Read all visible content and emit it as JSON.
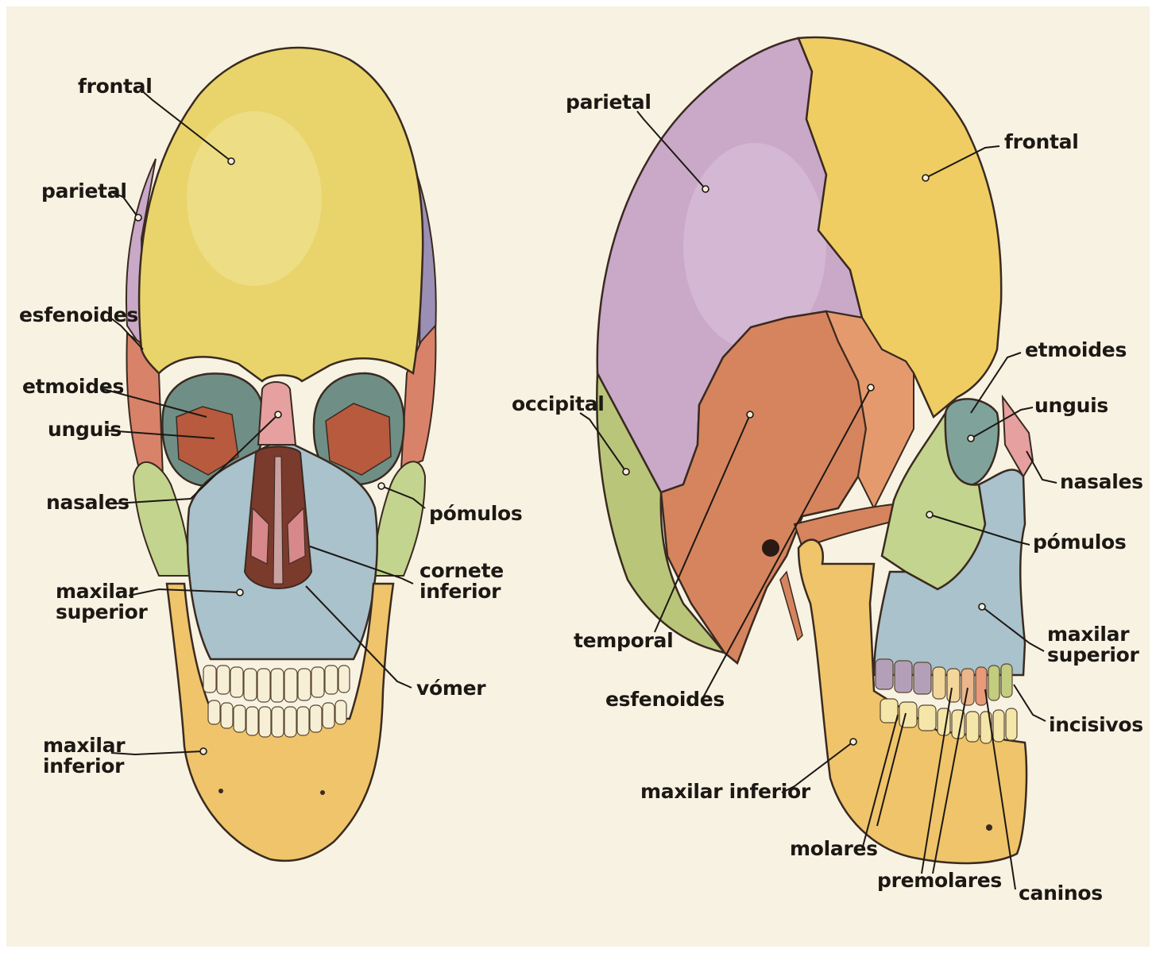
{
  "front_view": {
    "labels": {
      "frontal": "frontal",
      "parietal": "parietal",
      "esfenoides": "esfenoides",
      "etmoides": "etmoides",
      "unguis": "unguis",
      "nasales": "nasales",
      "pomulos": "pómulos",
      "cornete_inferior_1": "cornete",
      "cornete_inferior_2": "inferior",
      "maxilar_superior_1": "maxilar",
      "maxilar_superior_2": "superior",
      "vomer": "vómer",
      "maxilar_inferior_1": "maxilar",
      "maxilar_inferior_2": "inferior"
    }
  },
  "side_view": {
    "labels": {
      "parietal": "parietal",
      "frontal": "frontal",
      "etmoides": "etmoides",
      "unguis": "unguis",
      "nasales": "nasales",
      "occipital": "occipital",
      "pomulos": "pómulos",
      "maxilar_superior_1": "maxilar",
      "maxilar_superior_2": "superior",
      "temporal": "temporal",
      "esfenoides": "esfenoides",
      "incisivos": "incisivos",
      "maxilar_inferior": "maxilar inferior",
      "molares": "molares",
      "premolares": "premolares",
      "caninos": "caninos"
    }
  },
  "colors": {
    "frontal": "#e8d46a",
    "parietal": "#c9a8c8",
    "esfenoides": "#d9826a",
    "temporal": "#d6845e",
    "occipital": "#b9c67a",
    "pomulos": "#c3d48e",
    "maxilar_superior": "#a9c2cc",
    "maxilar_inferior": "#efc46a",
    "nasales": "#e6a0a0",
    "unguis": "#7fa39a",
    "teeth": "#f6efd6"
  }
}
